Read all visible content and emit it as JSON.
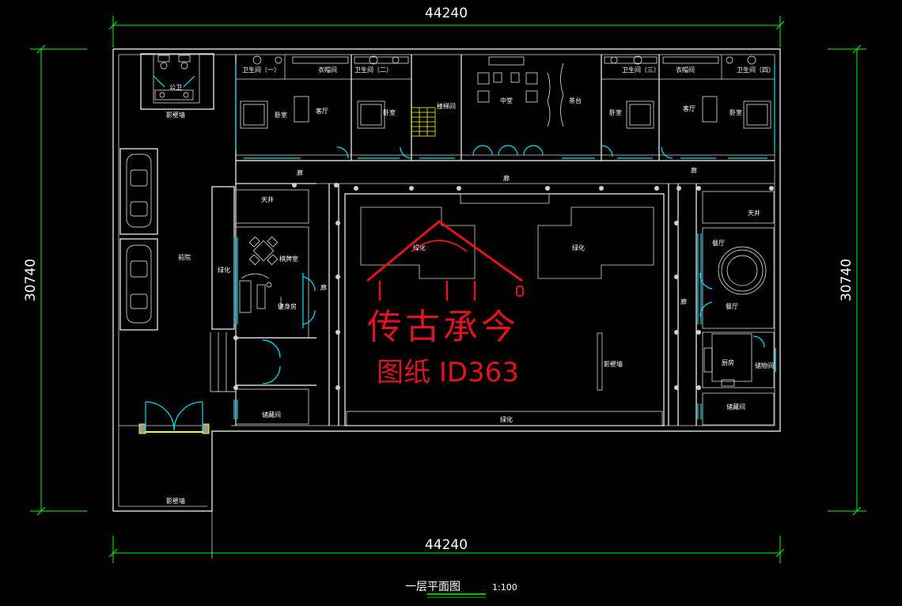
{
  "dimensions": {
    "width_top": "44240",
    "width_bottom": "44240",
    "height_left": "30740",
    "height_right": "30740"
  },
  "title": {
    "name": "一层平面图",
    "scale": "1:100"
  },
  "rooms": {
    "public_wc": "公卫",
    "screen_wall_top": "影壁墙",
    "front_yard": "前院",
    "greenery_left": "绿化",
    "skylight_left": "天井",
    "chess_room": "棋牌室",
    "gym": "健身房",
    "corridor_left": "廊",
    "storage_left": "储藏间",
    "bath_1": "卫生间（一）",
    "closet_1": "衣帽间",
    "bedroom_1": "卧室",
    "living_1": "客厅",
    "bath_2": "卫生间（二）",
    "bedroom_2": "卧室",
    "stair_room": "楼梯间",
    "middle_hall": "中堂",
    "tea_room": "茶台",
    "bath_3": "卫生间（三）",
    "bedroom_3": "卧室",
    "closet_2": "衣帽间",
    "living_2": "客厅",
    "bath_4": "卫生间（四）",
    "bedroom_4": "卧室",
    "corridor_top_left": "廊",
    "corridor_top_mid": "廊",
    "corridor_top_right": "廊",
    "greenery_c1": "绿化",
    "greenery_c2": "绿化",
    "screen_wall_mid": "影壁墙",
    "greenery_bottom": "绿化",
    "corridor_right": "廊",
    "skylight_right": "天井",
    "dining_1": "餐厅",
    "dining_2": "餐厅",
    "kitchen": "厨房",
    "utility": "储物间",
    "storage_right": "储藏间",
    "screen_wall_bottom": "影壁墙"
  },
  "watermark": {
    "brand": "传古承今",
    "drawing_id": "图纸 ID363"
  },
  "colors": {
    "background": "#000000",
    "wall": "#ffffff",
    "window": "#00e5ff",
    "dimension": "#00ff00",
    "stair": "#ffff00",
    "watermark": "#e0141e"
  }
}
